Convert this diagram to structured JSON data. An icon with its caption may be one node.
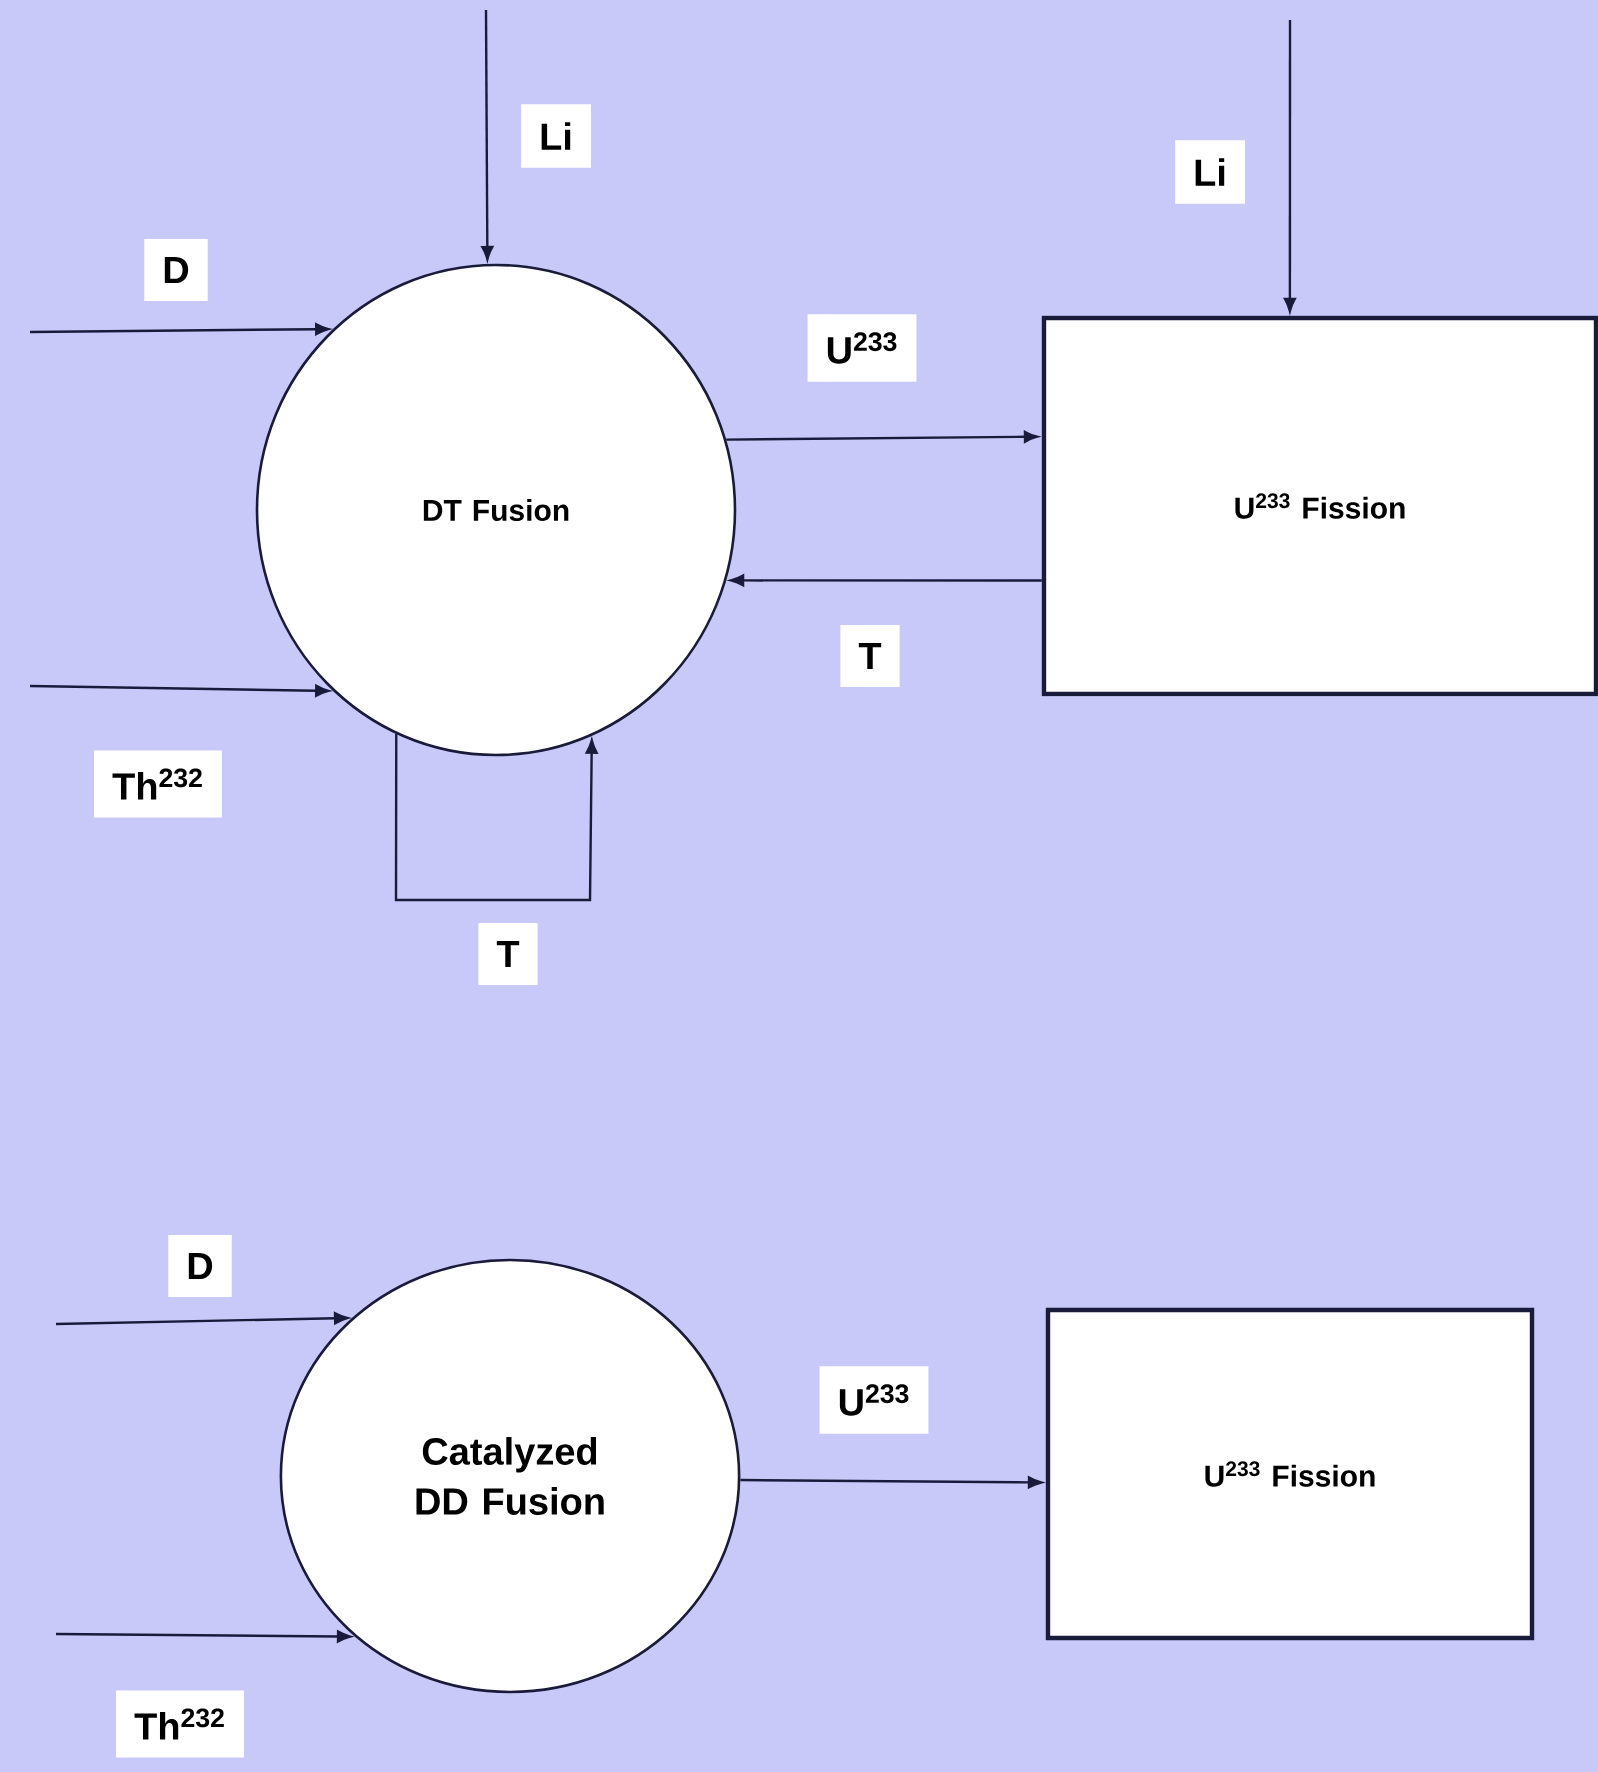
{
  "diagram": {
    "nodes": [
      {
        "text": [
          "DT Fusion"
        ]
      },
      {
        "text": [
          "U$^{233}$ Fission"
        ]
      },
      {
        "text": [
          "Catalyzed DD Fusion"
        ]
      },
      {
        "text": [
          "U$^{233}$ Fission"
        ]
      }
    ],
    "edges": [
      {
        "from": null,
        "to": 0,
        "arrow": "to",
        "label": "Li"
      },
      {
        "from": null,
        "to": 0,
        "arrow": "to",
        "label": "D"
      },
      {
        "from": null,
        "to": 0,
        "arrow": "to",
        "label": "Th$^{232}$"
      },
      {
        "from": 0,
        "to": 1,
        "arrow": "to",
        "label": "U$^{233}$"
      },
      {
        "from": 1,
        "to": 0,
        "arrow": "to",
        "label": "T"
      },
      {
        "from": 0,
        "to": 0,
        "arrow": "to",
        "label": "T"
      },
      {
        "from": null,
        "to": 1,
        "arrow": "to",
        "label": "Li"
      },
      {
        "from": null,
        "to": 2,
        "arrow": "to",
        "label": "D"
      },
      {
        "from": null,
        "to": 2,
        "arrow": "to",
        "label": "Th$^{232}$"
      },
      {
        "from": 2,
        "to": 3,
        "arrow": "to",
        "label": "U$^{233}$"
      }
    ]
  }
}
